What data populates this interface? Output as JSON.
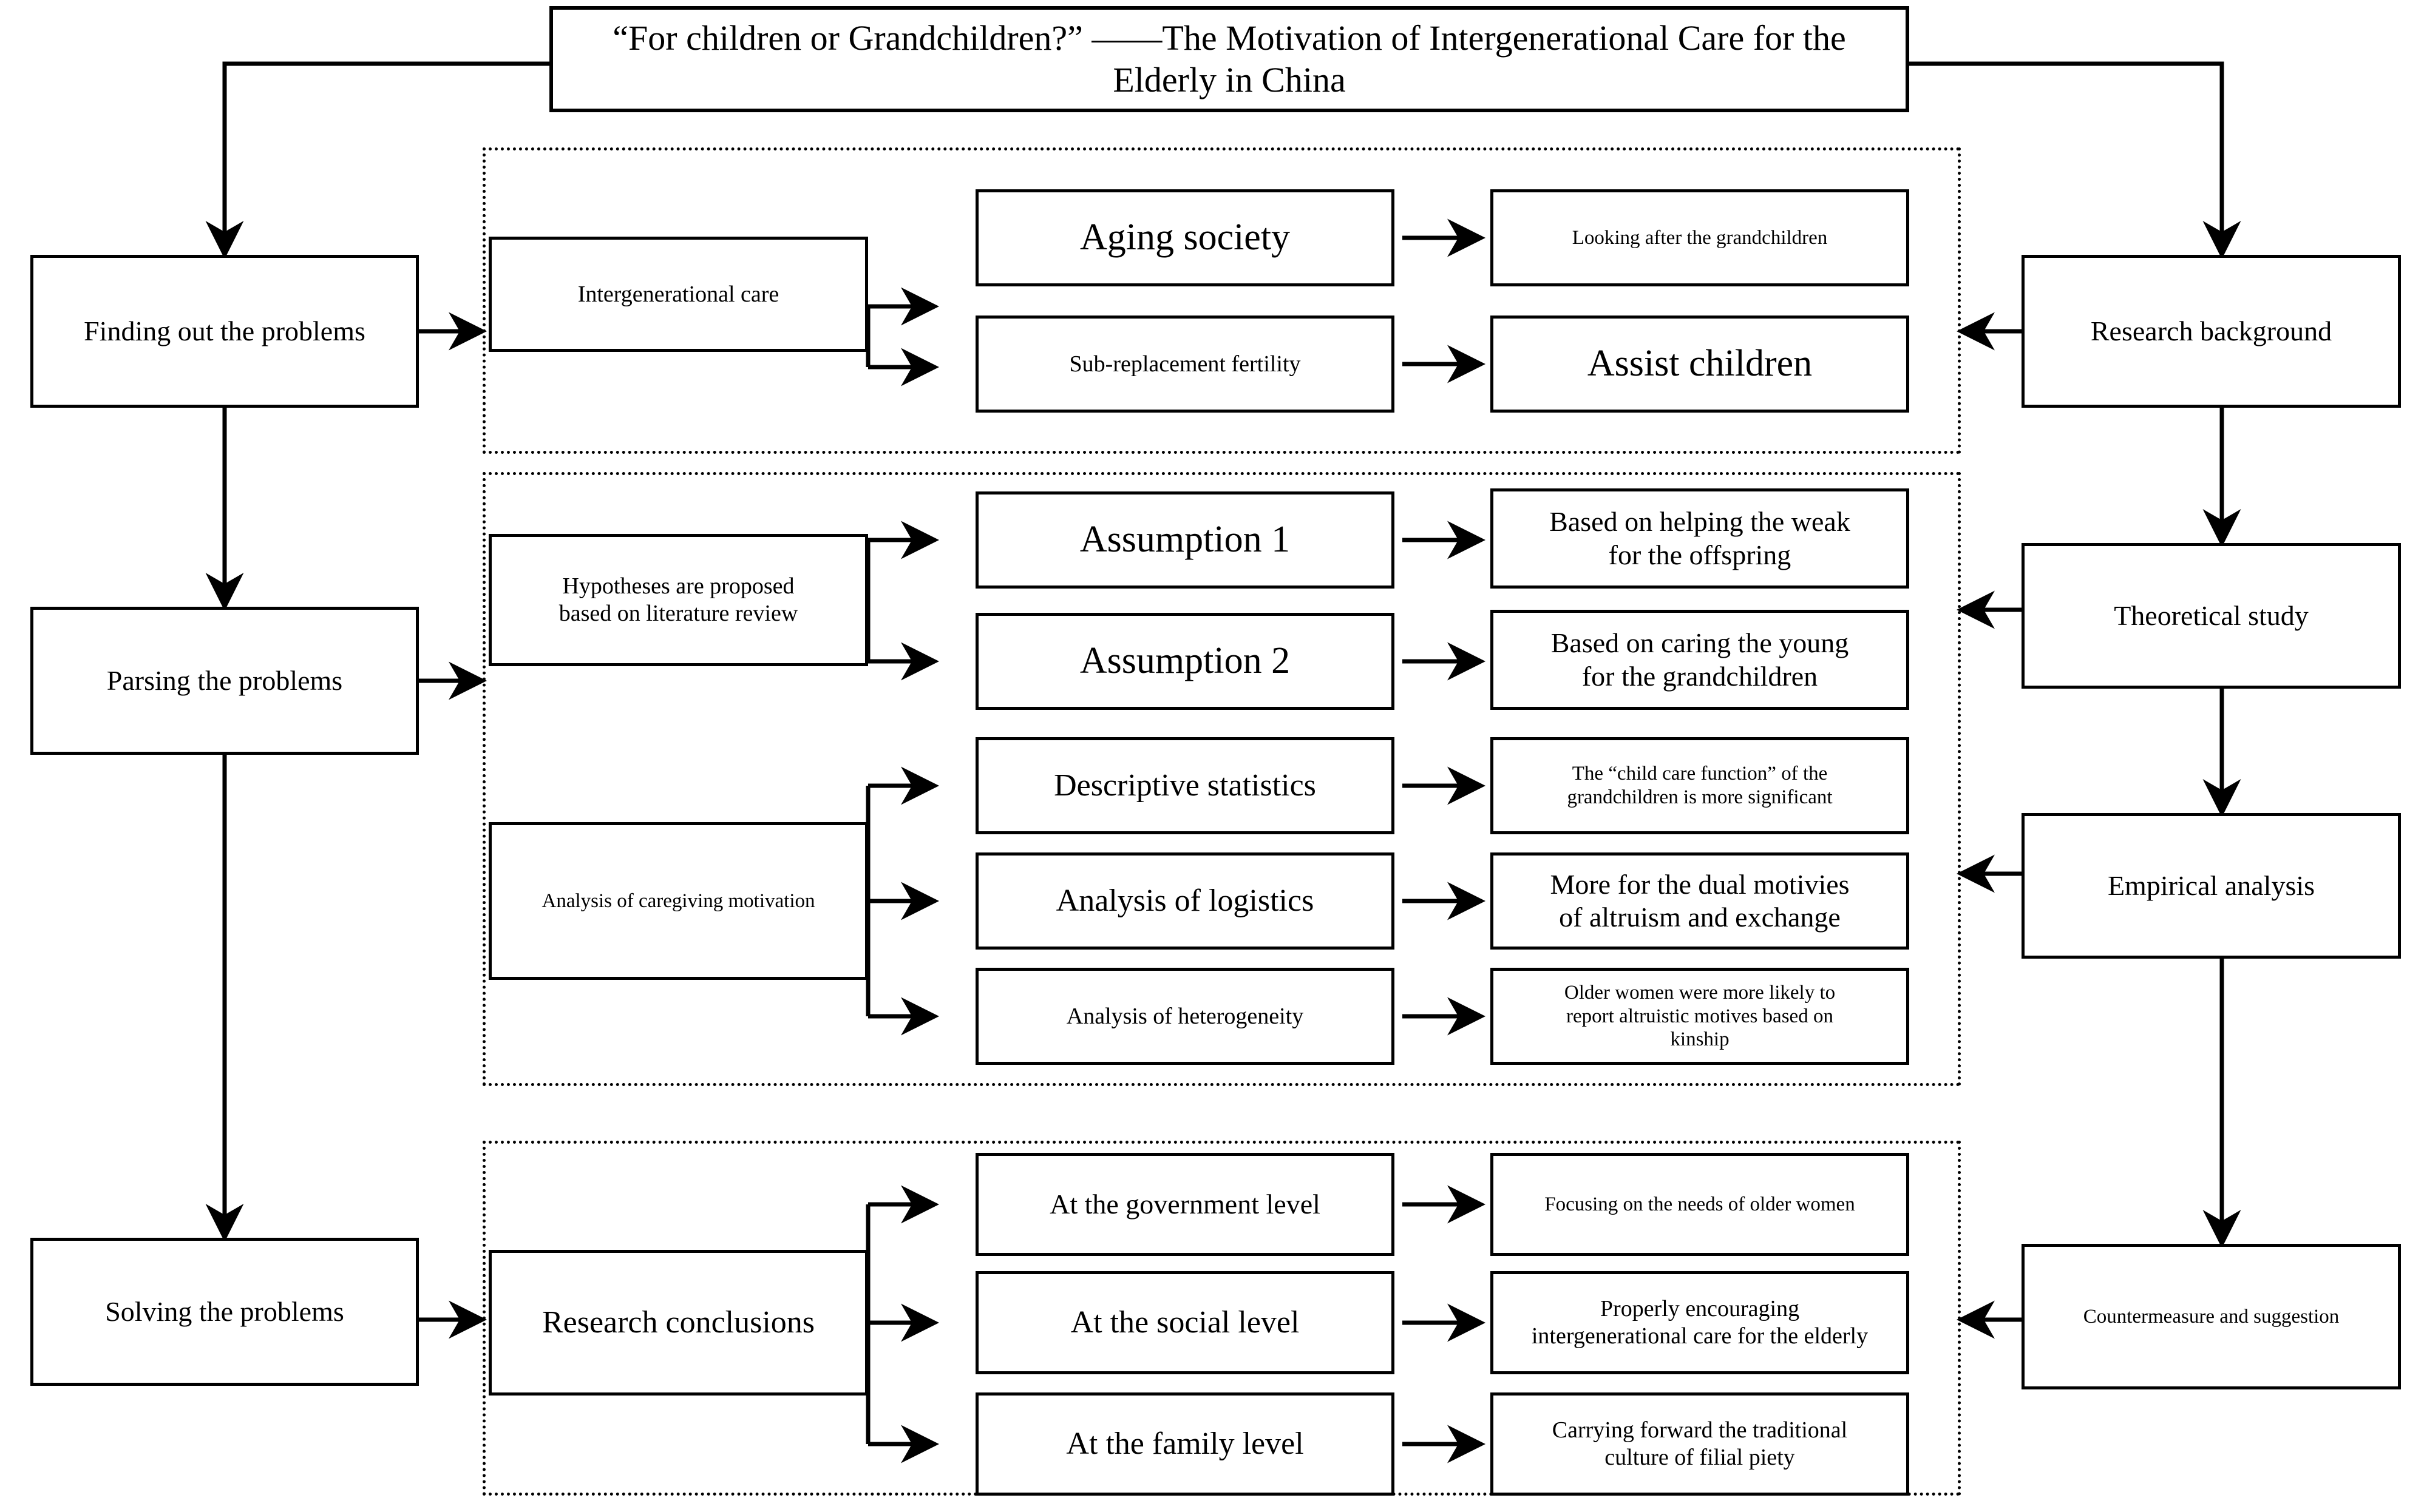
{
  "title": {
    "line1": "“For children or Grandchildren?” ——The Motivation of",
    "line2": "Intergenerational Care for the Elderly in China",
    "full": "“For children or Grandchildren?” ——The Motivation of Intergenerational Care for the Elderly in China"
  },
  "left_column": {
    "steps": [
      {
        "label": "Finding out the problems"
      },
      {
        "label": "Parsing the problems"
      },
      {
        "label": "Solving the problems"
      }
    ]
  },
  "right_column": {
    "steps": [
      {
        "label": "Research background"
      },
      {
        "label": "Theoretical study"
      },
      {
        "label": "Empirical analysis"
      },
      {
        "label": "Countermeasure and suggestion"
      }
    ]
  },
  "sections": [
    {
      "id": "section-background",
      "branches": [
        {
          "source": "Intergenerational care",
          "items": [
            {
              "middle": "Aging society",
              "result": "Looking after the grandchildren"
            },
            {
              "middle": "Sub-replacement fertility",
              "result": "Assist children"
            }
          ]
        }
      ]
    },
    {
      "id": "section-theory-empirical",
      "branches": [
        {
          "source": "Hypotheses are proposed\nbased on literature review",
          "items": [
            {
              "middle": "Assumption 1",
              "result": "Based on helping the weak\nfor the offspring"
            },
            {
              "middle": "Assumption 2",
              "result": "Based on caring the young\nfor the grandchildren"
            }
          ]
        },
        {
          "source": "Analysis of caregiving motivation",
          "items": [
            {
              "middle": "Descriptive statistics",
              "result": "The “child care function” of the\ngrandchildren is more significant"
            },
            {
              "middle": "Analysis of logistics",
              "result": "More for the dual motivies\nof altruism and exchange"
            },
            {
              "middle": "Analysis of heterogeneity",
              "result": "Older women were more likely to\nreport altruistic motives based on\nkinship"
            }
          ]
        }
      ]
    },
    {
      "id": "section-conclusions",
      "branches": [
        {
          "source": "Research conclusions",
          "items": [
            {
              "middle": "At the government level",
              "result": "Focusing on the needs of older women"
            },
            {
              "middle": "At the social level",
              "result": "Properly encouraging\nintergenerational care for the elderly"
            },
            {
              "middle": "At the family level",
              "result": "Carrying forward the traditional\nculture of filial piety"
            }
          ]
        }
      ]
    }
  ],
  "colors": {
    "stroke": "#000000",
    "background": "#ffffff",
    "text": "#000000"
  }
}
